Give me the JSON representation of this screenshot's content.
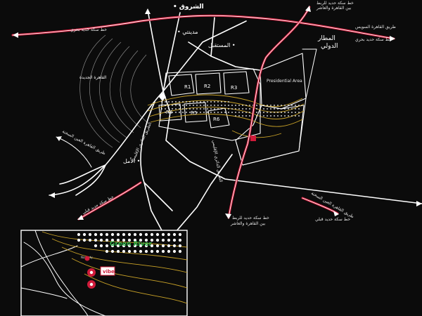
{
  "colors": {
    "background": "#0b0b0b",
    "road": "#ffffff",
    "highway": "#d01b3a",
    "gold_track": "#c9a227",
    "river_label": "#2fb34a"
  },
  "map": {
    "labels": {
      "shorouk": "• الشروق",
      "madinaty": "• مدينتي",
      "mostakbal": "المستقبل •",
      "new_cairo": "القاهرة الجديدة",
      "obour": "الأمل •",
      "airport_line1": "المطار",
      "airport_line2": "الدولي",
      "presidential": "Presidential Area",
      "cairo_suez_road": "طريق القاهرة السويس",
      "rail_line_top": "خط سكة حديد بحري",
      "rail_line_top_right": "خط سكة حديد بحري",
      "rail_link_top_line1": "خط سكة حديد للربط",
      "rail_link_top_line2": "بين القاهرة والعاشر",
      "ring_road": "الطريق الدائري الإقليمي",
      "regional_ring_road": "الطريق الدائري الإقليمي",
      "ain_sokhna_road_left": "طريق القاهرة العين السخنة",
      "ain_sokhna_road_right": "طريق القاهرة العين السخنة",
      "rail_line_bottom_left": "خط سكة حديد قبلي",
      "rail_line_bottom_right": "خط سكة حديد قبلي",
      "rail_link_bottom_line1": "خط سكة حديد للربط",
      "rail_link_bottom_line2": "بين القاهرة والعاشر",
      "r1": "R1",
      "r2": "R2",
      "r3": "R3",
      "r4": "R4",
      "r5": "R5",
      "r6": "R6"
    },
    "inset": {
      "river_label": "Green River",
      "site_label": "vibe",
      "small_label": "Nayvety"
    }
  }
}
